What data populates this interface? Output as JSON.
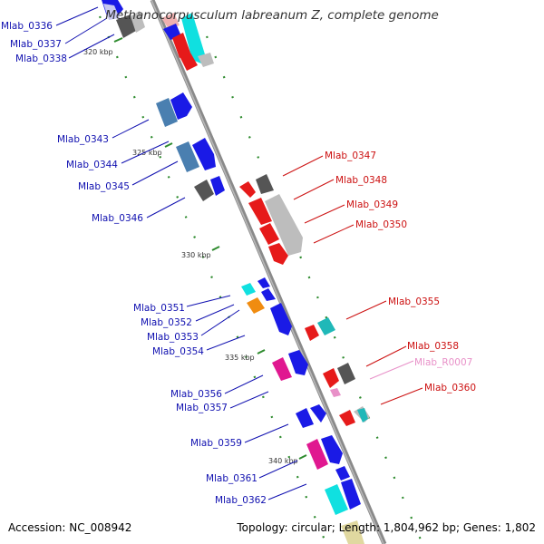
{
  "title": "Methanocorpusculum labreanum Z, complete genome",
  "footer": {
    "accession": "Accession: NC_008942",
    "summary": "Topology: circular; Length: 1,804,962 bp; Genes: 1,802"
  },
  "colors": {
    "backbone": "#8a8a8a",
    "tick": "#2e8b2e",
    "label_left": "#1010b0",
    "label_right": "#cc1010",
    "label_rna": "#e890c8",
    "gene_blue": "#1a1ae6",
    "gene_red": "#e61a1a",
    "gene_gray": "#bdbdbd",
    "gene_dark": "#555555",
    "gene_cyan": "#10e0e0",
    "gene_teal": "#20b8b8",
    "gene_steel": "#4a7fb0",
    "gene_magenta": "#e01890",
    "gene_orange": "#f08c10",
    "gene_pink": "#f0b0b0",
    "gene_lavender": "#c8c8f0",
    "gene_tan": "#e0d8a0"
  },
  "scale_ticks": [
    "320 kbp",
    "325 kbp",
    "330 kbp",
    "335 kbp",
    "340 kbp"
  ],
  "gene_labels": {
    "left": [
      "Mlab_0336",
      "Mlab_0337",
      "Mlab_0338",
      "Mlab_0343",
      "Mlab_0344",
      "Mlab_0345",
      "Mlab_0346",
      "Mlab_0351",
      "Mlab_0352",
      "Mlab_0353",
      "Mlab_0354",
      "Mlab_0356",
      "Mlab_0357",
      "Mlab_0359",
      "Mlab_0361",
      "Mlab_0362"
    ],
    "right": [
      "Mlab_0347",
      "Mlab_0348",
      "Mlab_0349",
      "Mlab_0350",
      "Mlab_0355",
      "Mlab_0358",
      "Mlab_0360"
    ],
    "rna": [
      "Mlab_R0007"
    ]
  }
}
